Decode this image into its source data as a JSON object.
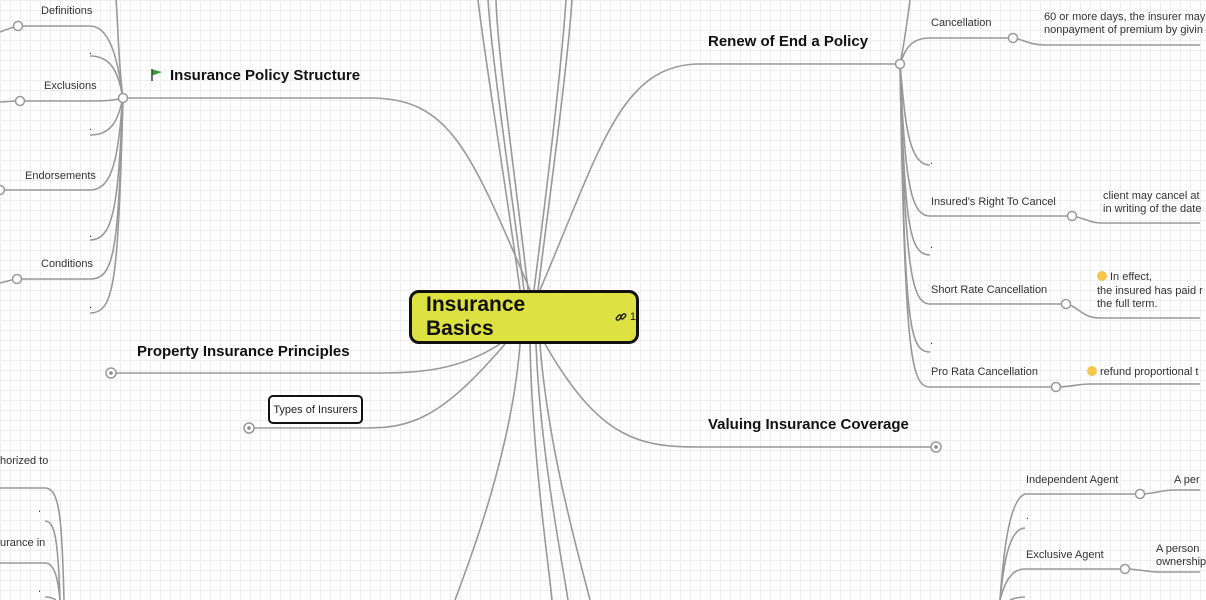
{
  "root": {
    "title": "Insurance Basics",
    "link_count": "1"
  },
  "branches": {
    "policy_structure": "Insurance Policy Structure",
    "renew_end": "Renew of End a Policy",
    "property_principles": "Property Insurance Principles",
    "types_insurers": "Types of Insurers",
    "valuing_coverage": "Valuing Insurance Coverage"
  },
  "left_topics": {
    "definitions": "Definitions",
    "exclusions": "Exclusions",
    "endorsements": "Endorsements",
    "conditions": "Conditions"
  },
  "right_topics": {
    "cancellation": "Cancellation",
    "cancellation_note": "60 or more days, the insurer may\nnonpayment of premium by givin",
    "insured_right": "Insured's Right To Cancel",
    "insured_right_note": "client may cancel at\nin writing of the date",
    "short_rate": "Short Rate Cancellation",
    "short_rate_note_line1": "In effect,",
    "short_rate_note_rest": "the insured has paid r\nthe full term.",
    "pro_rata": "Pro Rata Cancellation",
    "pro_rata_note": "refund proportional t"
  },
  "agents": {
    "independent": "Independent Agent",
    "independent_note": "A per",
    "exclusive": "Exclusive Agent",
    "exclusive_note": "A person\nownership"
  },
  "bottom_left": {
    "authorized": "horized to",
    "insurance_in": "urance in"
  },
  "dot_text": "."
}
